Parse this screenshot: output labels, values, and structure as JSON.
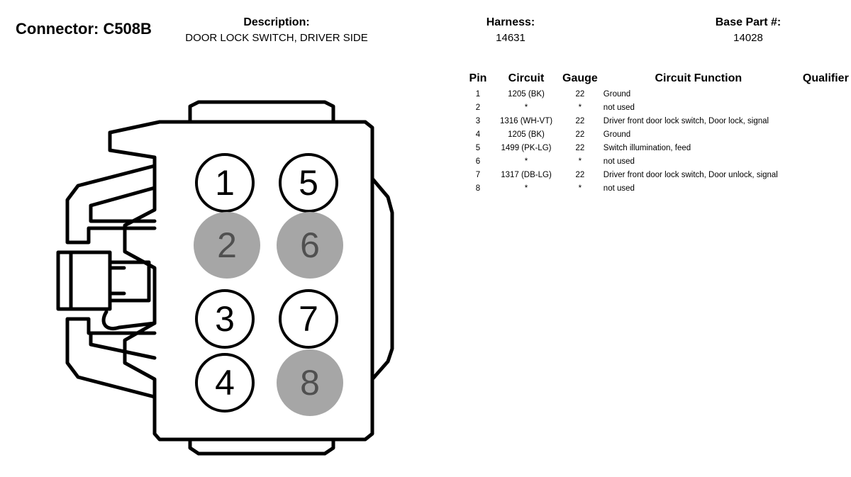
{
  "header": {
    "connector": "Connector: C508B",
    "description_label": "Description:",
    "description": "DOOR LOCK SWITCH, DRIVER SIDE",
    "harness_label": "Harness:",
    "harness": "14631",
    "base_part_label": "Base Part #:",
    "base_part": "14028"
  },
  "table": {
    "columns": [
      "Pin",
      "Circuit",
      "Gauge",
      "Circuit Function",
      "Qualifier"
    ],
    "rows": [
      {
        "pin": "1",
        "circuit": "1205 (BK)",
        "gauge": "22",
        "function": "Ground",
        "qualifier": ""
      },
      {
        "pin": "2",
        "circuit": "*",
        "gauge": "*",
        "function": "not used",
        "qualifier": ""
      },
      {
        "pin": "3",
        "circuit": "1316 (WH-VT)",
        "gauge": "22",
        "function": "Driver front door lock switch, Door lock, signal",
        "qualifier": ""
      },
      {
        "pin": "4",
        "circuit": "1205 (BK)",
        "gauge": "22",
        "function": "Ground",
        "qualifier": ""
      },
      {
        "pin": "5",
        "circuit": "1499 (PK-LG)",
        "gauge": "22",
        "function": "Switch illumination, feed",
        "qualifier": ""
      },
      {
        "pin": "6",
        "circuit": "*",
        "gauge": "*",
        "function": "not used",
        "qualifier": ""
      },
      {
        "pin": "7",
        "circuit": "1317 (DB-LG)",
        "gauge": "22",
        "function": "Driver front door lock switch, Door unlock, signal",
        "qualifier": ""
      },
      {
        "pin": "8",
        "circuit": "*",
        "gauge": "*",
        "function": "not used",
        "qualifier": ""
      }
    ]
  },
  "diagram": {
    "pins": [
      {
        "label": "1",
        "used": true
      },
      {
        "label": "5",
        "used": true
      },
      {
        "label": "2",
        "used": false
      },
      {
        "label": "6",
        "used": false
      },
      {
        "label": "3",
        "used": true
      },
      {
        "label": "7",
        "used": true
      },
      {
        "label": "4",
        "used": true
      },
      {
        "label": "8",
        "used": false
      }
    ],
    "colors": {
      "outline": "#000000",
      "used_fill": "#ffffff",
      "unused_fill": "#a6a6a6",
      "unused_text": "#505050"
    }
  }
}
